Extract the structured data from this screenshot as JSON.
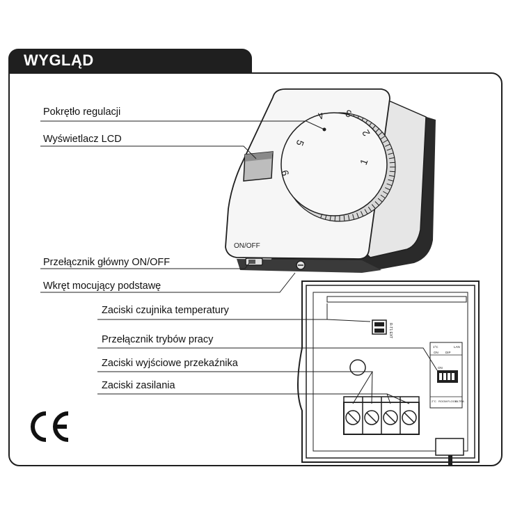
{
  "header": {
    "title": "WYGLĄD"
  },
  "labels": {
    "knob": "Pokrętło regulacji",
    "lcd": "Wyświetlacz LCD",
    "main_switch": "Przełącznik główny ON/OFF",
    "mount_screw": "Wkręt mocujący podstawę",
    "temp_sensor_terminals": "Zaciski czujnika temperatury",
    "mode_switch": "Przełącznik trybów pracy",
    "relay_output_terminals": "Zaciski wyjściowe przekaźnika",
    "power_terminals": "Zaciski zasilania"
  },
  "device": {
    "switch_text": "ON/OFF",
    "dial_numbers": [
      "1",
      "2",
      "3",
      "4",
      "5",
      "6"
    ]
  },
  "pcb": {
    "sensor_text": "R-T1 EXT",
    "dip_on": "ON",
    "dip_text": "DIP",
    "dip_top_labels": [
      "1°C",
      "ON",
      "LAN"
    ],
    "dip_bottom_labels": [
      "2°C",
      "ROOM",
      "FLOOR",
      "ULTRA"
    ]
  },
  "ce_mark": "CE",
  "colors": {
    "ink": "#1f1f1f",
    "device_body": "#f4f4f4",
    "device_shadow": "#2a2a2a"
  }
}
